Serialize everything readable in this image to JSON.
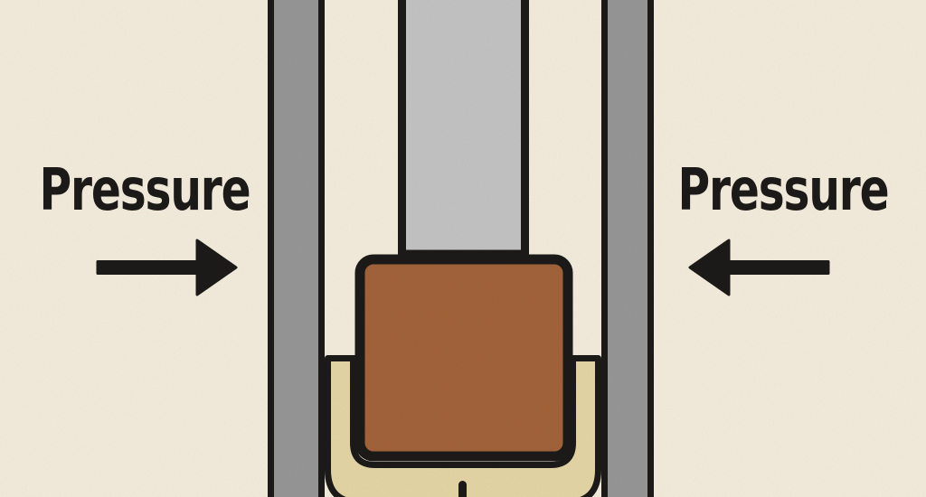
{
  "diagram": {
    "left_label": "Pressure",
    "right_label": "Pressure"
  },
  "icons": {
    "pressure_arrow_left": "right-pointing-arrow",
    "pressure_arrow_right": "left-pointing-arrow"
  },
  "palette": {
    "background": "#fbf3e2",
    "ink": "#1d1c1a",
    "wall_gray": "#9b9b9b",
    "rod_gray": "#c9c9c9",
    "sample_brown": "#a7663c",
    "mold_tan": "#ecdcaa"
  }
}
